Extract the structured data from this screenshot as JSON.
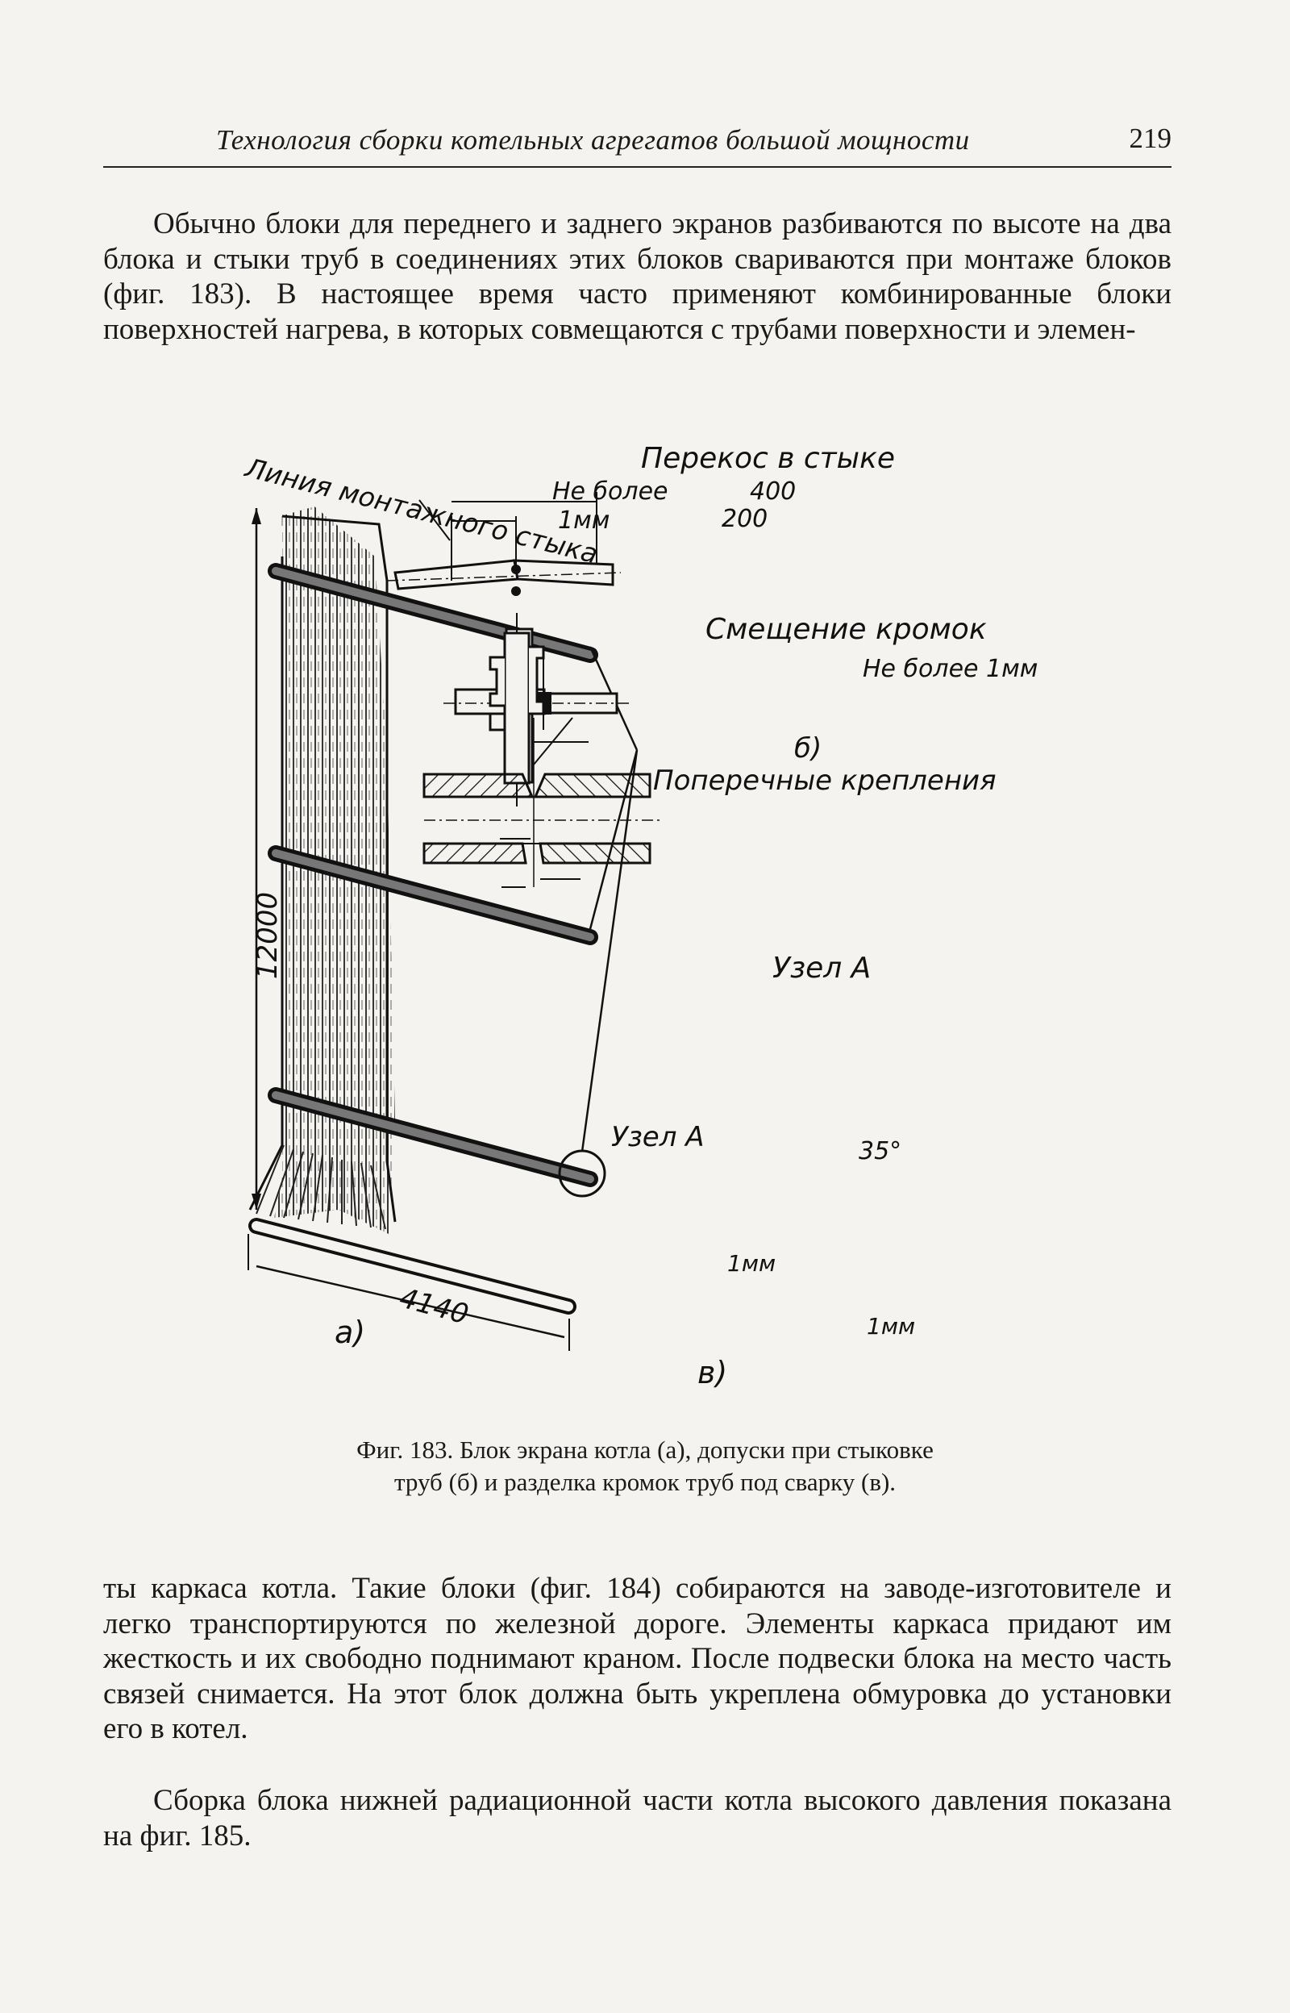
{
  "header": {
    "title": "Технология сборки котельных агрегатов большой мощности",
    "page_number": "219"
  },
  "paragraphs": {
    "p1": "Обычно блоки для переднего и заднего экранов разбиваются по высоте на два блока и стыки труб в соединениях этих блоков свариваются при монтаже блоков (фиг. 183). В настоящее время часто применяют комбинированные блоки поверхностей нагрева, в которых совмещаются с трубами поверхности и элемен-",
    "p2": "ты каркаса котла. Такие блоки (фиг. 184) собираются на заводе-изготовителе и легко транспортируются по железной дороге. Элементы каркаса придают им жесткость и их свободно поднимают краном. После подвески блока на место часть связей снимается. На этот блок должна быть укреплена обмуровка до установки его в котел.",
    "p3": "Сборка блока нижней радиационной части котла высокого давления показана на фиг. 185."
  },
  "figure": {
    "label_mounting_line": "Линия монтажного стыка",
    "label_skew": "Перекос в стыке",
    "label_no_more_1mm_a": "Не более",
    "label_no_more_1mm_b": "1мм",
    "dim_400": "400",
    "dim_200": "200",
    "label_edge_offset": "Смещение кромок",
    "label_no_more_1mm_offset": "Не более 1мм",
    "label_b": "б)",
    "label_cross_fastenings": "Поперечные крепления",
    "label_node_a_title": "Узел А",
    "label_node_a": "Узел А",
    "dim_12000": "12000",
    "dim_4140": "4140",
    "label_a": "а)",
    "angle_35": "35°",
    "dim_1mm_gap": "1мм",
    "dim_1mm_bottom": "1мм",
    "label_v": "в)"
  },
  "caption": {
    "line1": "Фиг. 183. Блок экрана котла (а), допуски при стыковке",
    "line2": "труб (б) и разделка кромок труб под сварку (в)."
  }
}
